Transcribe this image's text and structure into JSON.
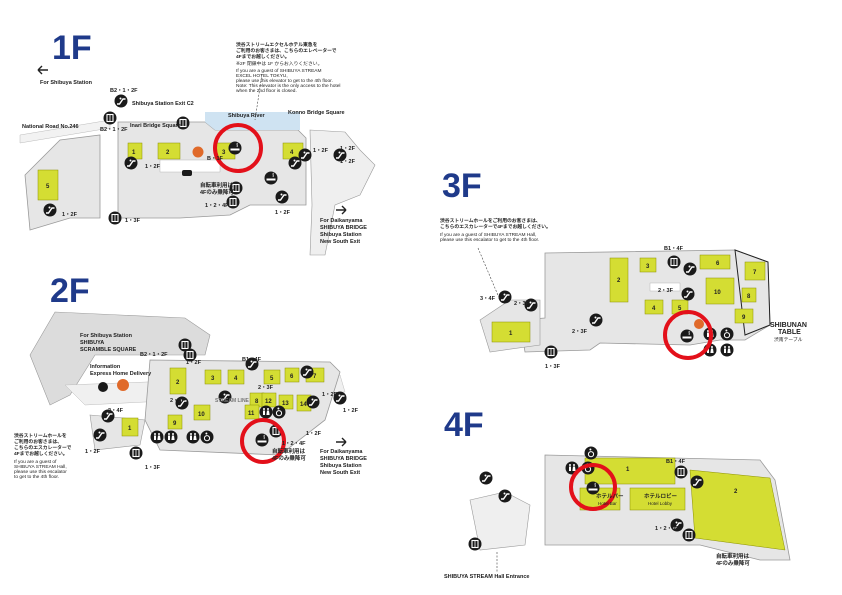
{
  "floors": {
    "f1": {
      "title": "1F",
      "direction_left": "For Shibuya Station",
      "road": "National Road No.246",
      "exit_c2": "Shibuya Station Exit C2",
      "inari": "Inari Bridge Square",
      "river": "Shibuya River",
      "konno": "Konno Bridge Square",
      "note_jp_1": "渋谷ストリームエクセルホテル東急を",
      "note_jp_2": "ご利用のお客さまは、こちらのエレベーターで",
      "note_jp_3": "4Fまでお越しください。",
      "note_jp_4": "※2F 閉鎖中は 1F からお入りください。",
      "note_en_1": "If you are a guest of SHIBUYA STREAM",
      "note_en_2": "EXCEL HOTEL TOKYU,",
      "note_en_3": "please use this elevator to get to the 4th floor.",
      "note_en_4": "Note: This elevator is the only access to the hotel",
      "note_en_5": "when the 2nd floor is closed.",
      "bicycle_1": "自転車利用は",
      "bicycle_2": "4Fのみ乗降可",
      "dir_right_1": "For Daikanyama",
      "dir_right_2": "SHIBUYA BRIDGE",
      "dir_right_3": "Shibuya Station",
      "dir_right_4": "New South Exit",
      "labels": [
        "B2・1・2F",
        "B2・1・2F",
        "1・2F",
        "1・2F",
        "1・2F",
        "1・2F",
        "1・2・4F",
        "1・2F",
        "1・3F",
        "B・1F",
        "1・2F"
      ],
      "shops": [
        "1",
        "2",
        "3",
        "4",
        "5"
      ]
    },
    "f2": {
      "title": "2F",
      "dir_station_1": "For Shibuya Station",
      "dir_station_2": "SHIBUYA",
      "dir_station_3": "SCRAMBLE SQUARE",
      "info_1": "Information",
      "info_2": "Express Home Delivery",
      "stream_line": "STREAM LINE",
      "hall_jp_1": "渋谷ストリームホールを",
      "hall_jp_2": "ご利用のお客さまは、",
      "hall_jp_3": "こちらのエスカレーターで",
      "hall_jp_4": "4Fまでお越しください。",
      "hall_en_1": "If you are a guest of",
      "hall_en_2": "SHIBUYA STREAM Hall,",
      "hall_en_3": "please use this escalator",
      "hall_en_4": "to get to the 4th floor.",
      "bicycle_1": "自転車利用は",
      "bicycle_2": "4Fのみ乗降可",
      "dir_right_1": "For Daikanyama",
      "dir_right_2": "SHIBUYA BRIDGE",
      "dir_right_3": "Shibuya Station",
      "dir_right_4": "New South Exit",
      "labels": [
        "B2・1・2F",
        "1・2F",
        "B1・4F",
        "2・3F",
        "2・4F",
        "1・2F",
        "1・3F",
        "2・3F",
        "1・2F",
        "1・2F",
        "1・2F",
        "1・2・4F"
      ],
      "shops": [
        "1",
        "2",
        "3",
        "4",
        "5",
        "6",
        "7",
        "8",
        "9",
        "10",
        "11",
        "12",
        "13",
        "14"
      ]
    },
    "f3": {
      "title": "3F",
      "hall_jp_1": "渋谷ストリームホールをご利用のお客さまは、",
      "hall_jp_2": "こちらのエスカレーターで4Fまでお越しください。",
      "hall_en_1": "If you are a guest of SHIBUYA STREAM Hall,",
      "hall_en_2": "please use this escalator to get to the 4th floor.",
      "labels": [
        "B1・4F",
        "3・4F",
        "2・3F",
        "2・3F",
        "2・3F",
        "1・3F"
      ],
      "shops": [
        "1",
        "2",
        "3",
        "4",
        "5",
        "6",
        "7",
        "8",
        "9",
        "10"
      ],
      "brand_1": "SHIBUNAN",
      "brand_2": "TABLE",
      "brand_3": "渋南テーブル"
    },
    "f4": {
      "title": "4F",
      "hotel_lobby_jp": "ホテルロビー",
      "hotel_lobby_en": "Hotel Lobby",
      "hotel_bar_jp": "ホテルバー",
      "hotel_bar_en": "Hotel Bar",
      "labels": [
        "B1・4F",
        "1・2・4F"
      ],
      "shops": [
        "1",
        "2"
      ],
      "bicycle_1": "自転車利用は",
      "bicycle_2": "4Fのみ乗降可",
      "hall_entrance": "SHIBUYA STREAM Hall Entrance"
    }
  },
  "colors": {
    "title": "#1f3a8a",
    "shop": "#d4dd33",
    "building": "#e6e6e6",
    "outline": "#9a9a9a",
    "river": "#cfe3f2",
    "highlight": "#e3101a",
    "icon": "#1a1a1a",
    "info": "#e06a2a"
  }
}
